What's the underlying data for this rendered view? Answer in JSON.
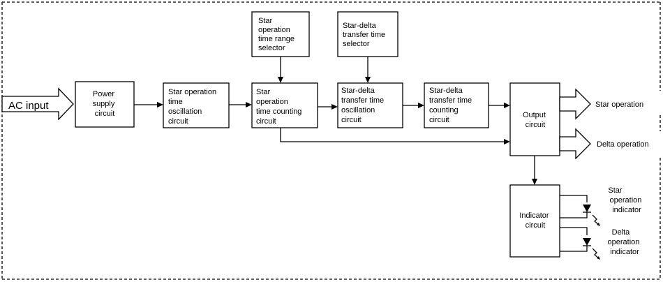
{
  "input_label": "AC input",
  "blocks": {
    "power_supply": [
      "Power",
      "supply",
      "circuit"
    ],
    "star_osc": [
      "Star operation",
      "time",
      "oscillation",
      "circuit"
    ],
    "star_counting": [
      "Star",
      "operation",
      "time counting",
      "circuit"
    ],
    "star_range_selector": [
      "Star",
      "operation",
      "time range",
      "selector"
    ],
    "transfer_selector": [
      "Star-delta",
      "transfer time",
      "selector"
    ],
    "transfer_osc": [
      "Star-delta",
      "transfer time",
      "oscillation",
      "circuit"
    ],
    "transfer_counting": [
      "Star-delta",
      "transfer time",
      "counting",
      "circuit"
    ],
    "output": [
      "Output",
      "circuit"
    ],
    "indicator": [
      "Indicator",
      "circuit"
    ]
  },
  "outputs": {
    "star": "Star operation",
    "delta": "Delta operation"
  },
  "indicators": {
    "star": [
      "Star",
      "operation",
      "indicator"
    ],
    "delta": [
      "Delta",
      "operation",
      "indicator"
    ]
  }
}
